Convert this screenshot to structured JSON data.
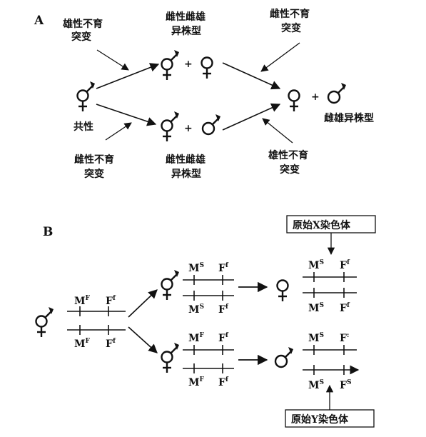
{
  "panel_a": {
    "label": "A",
    "male_sterile_mutation": "雄性不育",
    "mutation_suffix": "突变",
    "female_sterile_mutation": "雌性不育",
    "cosexual": "共性",
    "gynodioecy": "雌性雌雄",
    "gynodioecy_suffix": "异株型",
    "androdioecy": "雌性雌雄",
    "androdioecy_suffix": "异株型",
    "dioecy": "雌雄异株型",
    "top_right_mutation": "雌性不育",
    "bottom_right_mutation": "雄性不育",
    "plus": "+"
  },
  "panel_b": {
    "label": "B",
    "x_box": "原始X染色体",
    "y_box": "原始Y染色体",
    "genes": {
      "mf": "M",
      "mf_sup": "F",
      "ff": "F",
      "ff_sup": "f",
      "ms": "M",
      "ms_sup": "S",
      "fs": "F",
      "fs_sup": "S",
      "f_top_right": "F",
      "f_top_right_sup": ":"
    }
  },
  "colors": {
    "ink": "#111111",
    "background": "#ffffff"
  }
}
